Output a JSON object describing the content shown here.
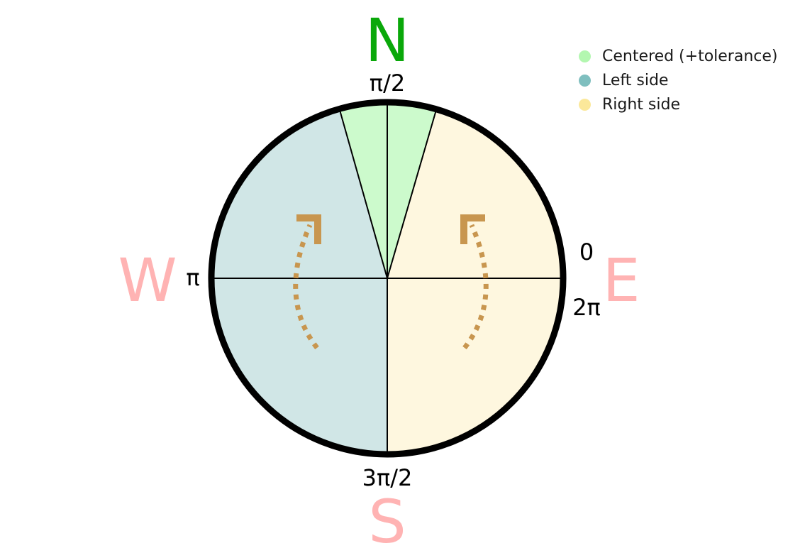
{
  "directions": {
    "north": "N",
    "south": "S",
    "east": "E",
    "west": "W"
  },
  "angles": {
    "top": "π/2",
    "left": "π",
    "right_upper": "0",
    "right_lower": "2π",
    "bottom": "3π/2"
  },
  "legend": [
    {
      "label": "Centered (+tolerance)",
      "color": "#b3f7b0"
    },
    {
      "label": "Left side",
      "color": "#7fbfbf"
    },
    {
      "label": "Right side",
      "color": "#fbe89a"
    }
  ],
  "colors": {
    "north_letter": "#0aa80a",
    "other_letters": "#ffb3b3",
    "centered_fill": "#ccfacc",
    "left_fill": "#d0e6e6",
    "right_fill": "#fef7df",
    "arrow": "#c8964f",
    "rim": "#000000"
  },
  "icons": {
    "left_arrow": "counterclockwise-arrow-icon",
    "right_arrow": "clockwise-arrow-icon"
  }
}
